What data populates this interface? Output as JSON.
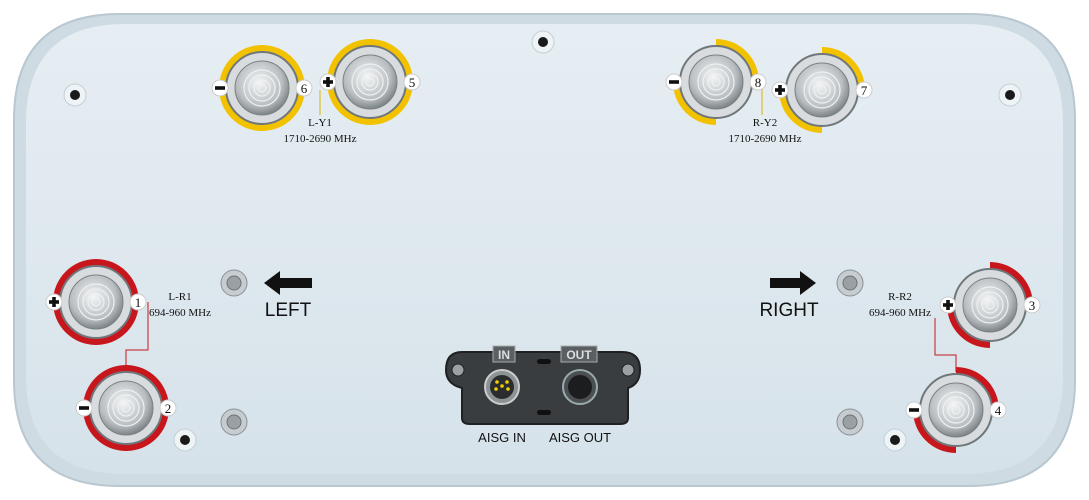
{
  "colors": {
    "body": "#dfe9f0",
    "body_edge": "#c9d6df",
    "yellow": "#f2c100",
    "red": "#c8161d",
    "metal": "#c9cdd0"
  },
  "ports": [
    {
      "id": "6",
      "color": "yellow",
      "sign": "minus",
      "full": true
    },
    {
      "id": "5",
      "color": "yellow",
      "sign": "plus",
      "full": true
    },
    {
      "id": "8",
      "color": "yellow",
      "sign": "minus",
      "full": false
    },
    {
      "id": "7",
      "color": "yellow",
      "sign": "plus",
      "full": false
    },
    {
      "id": "1",
      "color": "red",
      "sign": "plus",
      "full": true
    },
    {
      "id": "2",
      "color": "red",
      "sign": "minus",
      "full": true
    },
    {
      "id": "3",
      "color": "red",
      "sign": "plus",
      "full": false
    },
    {
      "id": "4",
      "color": "red",
      "sign": "minus",
      "full": false
    }
  ],
  "bands": [
    {
      "name": "L-Y1",
      "freq": "1710-2690 MHz"
    },
    {
      "name": "R-Y2",
      "freq": "1710-2690 MHz"
    },
    {
      "name": "L-R1",
      "freq": "694-960 MHz"
    },
    {
      "name": "R-R2",
      "freq": "694-960 MHz"
    }
  ],
  "directions": {
    "left": "LEFT",
    "right": "RIGHT"
  },
  "aisg": {
    "in_tag": "IN",
    "out_tag": "OUT",
    "in_label": "AISG IN",
    "out_label": "AISG OUT"
  }
}
